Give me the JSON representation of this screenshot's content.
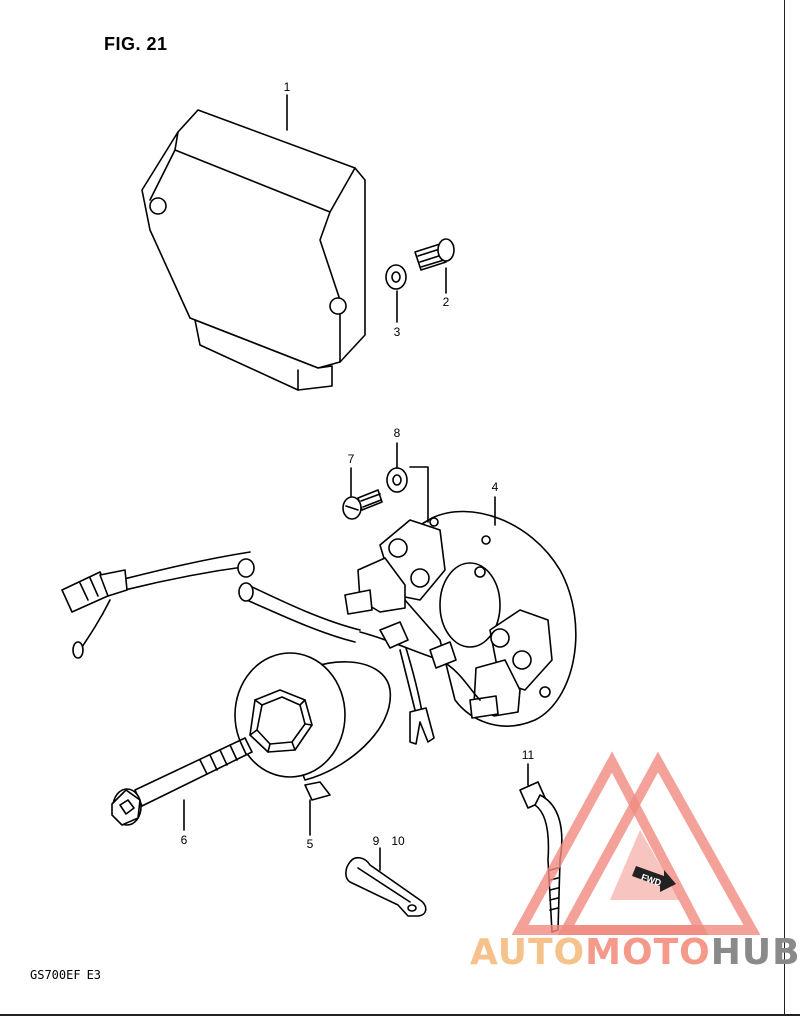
{
  "figure": {
    "title": "FIG. 21",
    "model": "GS700EF",
    "region": "E3"
  },
  "callouts": [
    {
      "id": "1",
      "label": "1"
    },
    {
      "id": "2",
      "label": "2"
    },
    {
      "id": "3",
      "label": "3"
    },
    {
      "id": "4",
      "label": "4"
    },
    {
      "id": "5",
      "label": "5"
    },
    {
      "id": "6",
      "label": "6"
    },
    {
      "id": "7",
      "label": "7"
    },
    {
      "id": "8",
      "label": "8"
    },
    {
      "id": "9",
      "label": "9"
    },
    {
      "id": "10",
      "label": "10"
    },
    {
      "id": "11",
      "label": "11"
    }
  ],
  "direction_marker": "FWD",
  "watermark": {
    "part1": "AUTO",
    "part2": "MOTO",
    "part3": "HUB",
    "colors": {
      "auto": "#f6c28b",
      "moto": "#f59a8a",
      "hub": "#8a8a8a",
      "logo": "#f08a80"
    }
  }
}
